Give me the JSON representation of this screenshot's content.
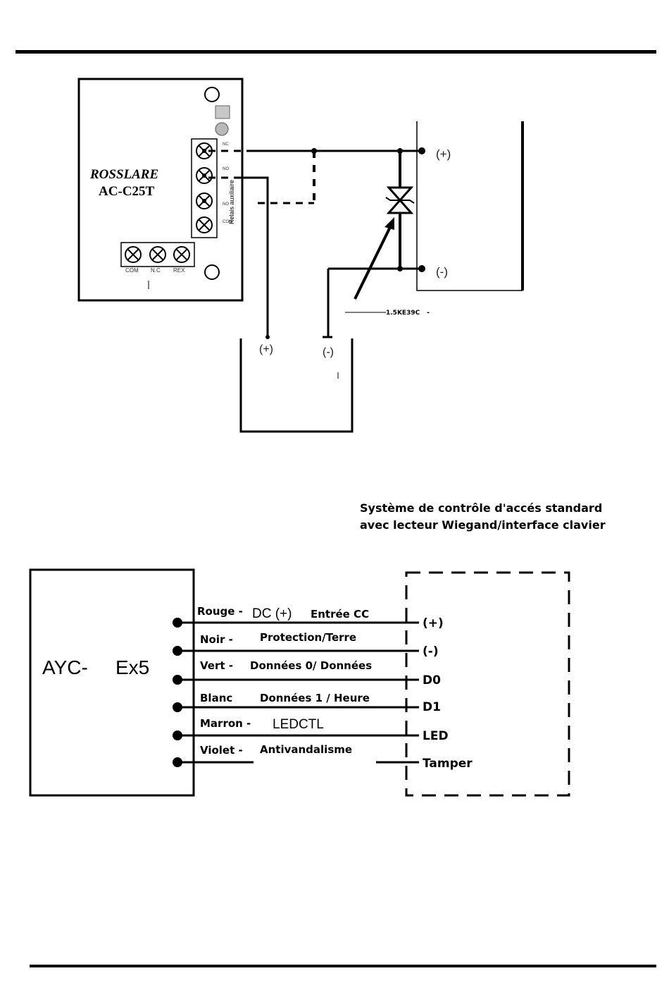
{
  "top_diagram": {
    "controller_brand": "ROSSLARE",
    "controller_model": "AC-C25T",
    "relay_label": "Relais auxiliaire",
    "relay_pin_labels": [
      "NC",
      "NO",
      "NO",
      "COM"
    ],
    "bottom_terminals": [
      "COM",
      "N.C",
      "REX"
    ],
    "lock_terminal_plus": "(+)",
    "lock_terminal_minus": "(-)",
    "psu_terminal_plus": "(+)",
    "psu_terminal_minus": "(-)",
    "diode_label": "1.5KE39C"
  },
  "caption": {
    "line1": "Système de contrôle d'accés standard",
    "line2": "avec lecteur Wiegand/interface clavier"
  },
  "bottom_diagram": {
    "reader_name_a": "AYC-",
    "reader_name_b": "Ex5",
    "wires": [
      {
        "color": "Rouge -",
        "function_a": "DC (+)",
        "function_b": "Entrée CC",
        "terminal": "(+)"
      },
      {
        "color": "Noir -",
        "function_a": "Protection/Terre",
        "function_b": "",
        "terminal": "(-)"
      },
      {
        "color": "Vert -",
        "function_a": "Données 0/ Données",
        "function_b": "",
        "terminal": "D0"
      },
      {
        "color": "Blanc",
        "function_a": "Données 1 / Heure",
        "function_b": "",
        "terminal": "D1"
      },
      {
        "color": "Marron -",
        "function_a": "LEDCTL",
        "function_b": "",
        "terminal": "LED"
      },
      {
        "color": "Violet -",
        "function_a": "Antivandalisme",
        "function_b": "",
        "terminal": "Tamper"
      }
    ]
  }
}
